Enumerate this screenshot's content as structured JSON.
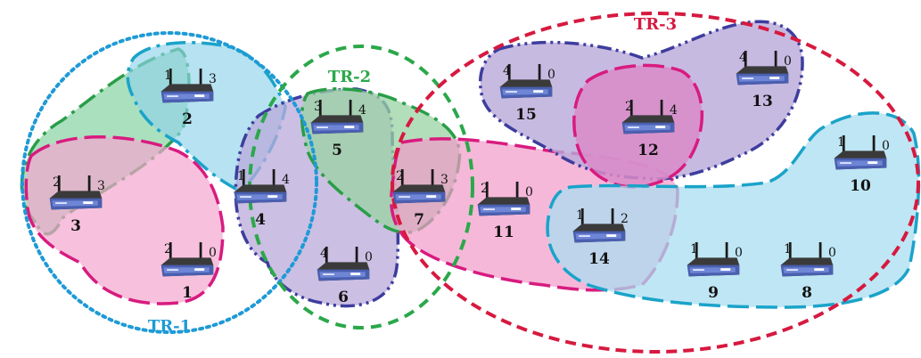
{
  "regions": [
    {
      "id": "tr1",
      "label": "TR-1",
      "color": "#1e9ad6"
    },
    {
      "id": "tr2",
      "label": "TR-2",
      "color": "#2ba84a"
    },
    {
      "id": "tr3",
      "label": "TR-3",
      "color": "#d7193f"
    }
  ],
  "clusters": [
    {
      "id": "green-left",
      "border": "#2a9d49",
      "fill": "#8fd6a8"
    },
    {
      "id": "cyan-top",
      "border": "#1aa3c9",
      "fill": "#8fd3ea"
    },
    {
      "id": "pink-left",
      "border": "#d81b7f",
      "fill": "#f3a6cf"
    },
    {
      "id": "blue-mid",
      "border": "#3d3d9e",
      "fill": "#b9a9d9"
    },
    {
      "id": "green-mid",
      "border": "#2a9d49",
      "fill": "#9ad3a3"
    },
    {
      "id": "pink-right",
      "border": "#d81b7f",
      "fill": "#f19ac9"
    },
    {
      "id": "purple-top",
      "border": "#3d3d9e",
      "fill": "#b9a9d9"
    },
    {
      "id": "magenta-top",
      "border": "#d81b7f",
      "fill": "#d98bc8"
    },
    {
      "id": "cyan-right",
      "border": "#1aa3c9",
      "fill": "#a9ddf0"
    }
  ],
  "routers": [
    {
      "id": "1",
      "left": "2",
      "right": "0"
    },
    {
      "id": "2",
      "left": "1",
      "right": "3"
    },
    {
      "id": "3",
      "left": "2",
      "right": "3"
    },
    {
      "id": "4",
      "left": "1",
      "right": "4"
    },
    {
      "id": "5",
      "left": "3",
      "right": "4"
    },
    {
      "id": "6",
      "left": "4",
      "right": "0"
    },
    {
      "id": "7",
      "left": "2",
      "right": "3"
    },
    {
      "id": "8",
      "left": "1",
      "right": "0"
    },
    {
      "id": "9",
      "left": "1",
      "right": "0"
    },
    {
      "id": "10",
      "left": "1",
      "right": "0"
    },
    {
      "id": "11",
      "left": "2",
      "right": "0"
    },
    {
      "id": "12",
      "left": "2",
      "right": "4"
    },
    {
      "id": "13",
      "left": "4",
      "right": "0"
    },
    {
      "id": "14",
      "left": "1",
      "right": "2"
    },
    {
      "id": "15",
      "left": "4",
      "right": "0"
    }
  ]
}
